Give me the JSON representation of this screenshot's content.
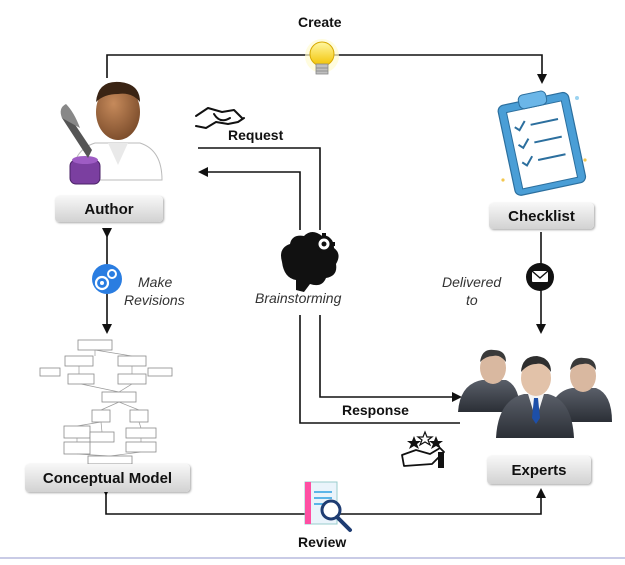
{
  "nodes": {
    "author": "Author",
    "checklist": "Checklist",
    "experts": "Experts",
    "conceptual_model": "Conceptual Model"
  },
  "edges": {
    "create": "Create",
    "request": "Request",
    "response": "Response",
    "review": "Review",
    "brainstorming": "Brainstorming",
    "make_revisions_line1": "Make",
    "make_revisions_line2": "Revisions",
    "delivered_line1": "Delivered",
    "delivered_line2": "to"
  },
  "icons": [
    "author-icon",
    "lightbulb-icon",
    "checklist-icon",
    "handshake-icon",
    "brain-gears-icon",
    "gears-icon",
    "envelope-icon",
    "experts-icon",
    "conceptual-model-icon",
    "rating-stars-hand-icon",
    "document-search-icon"
  ],
  "colors": {
    "arrow": "#111111",
    "gear_blue": "#2a7de1",
    "checklist_blue": "#4a9ed6",
    "ink_purple": "#7b3fa0",
    "suit": "#3c4048"
  }
}
